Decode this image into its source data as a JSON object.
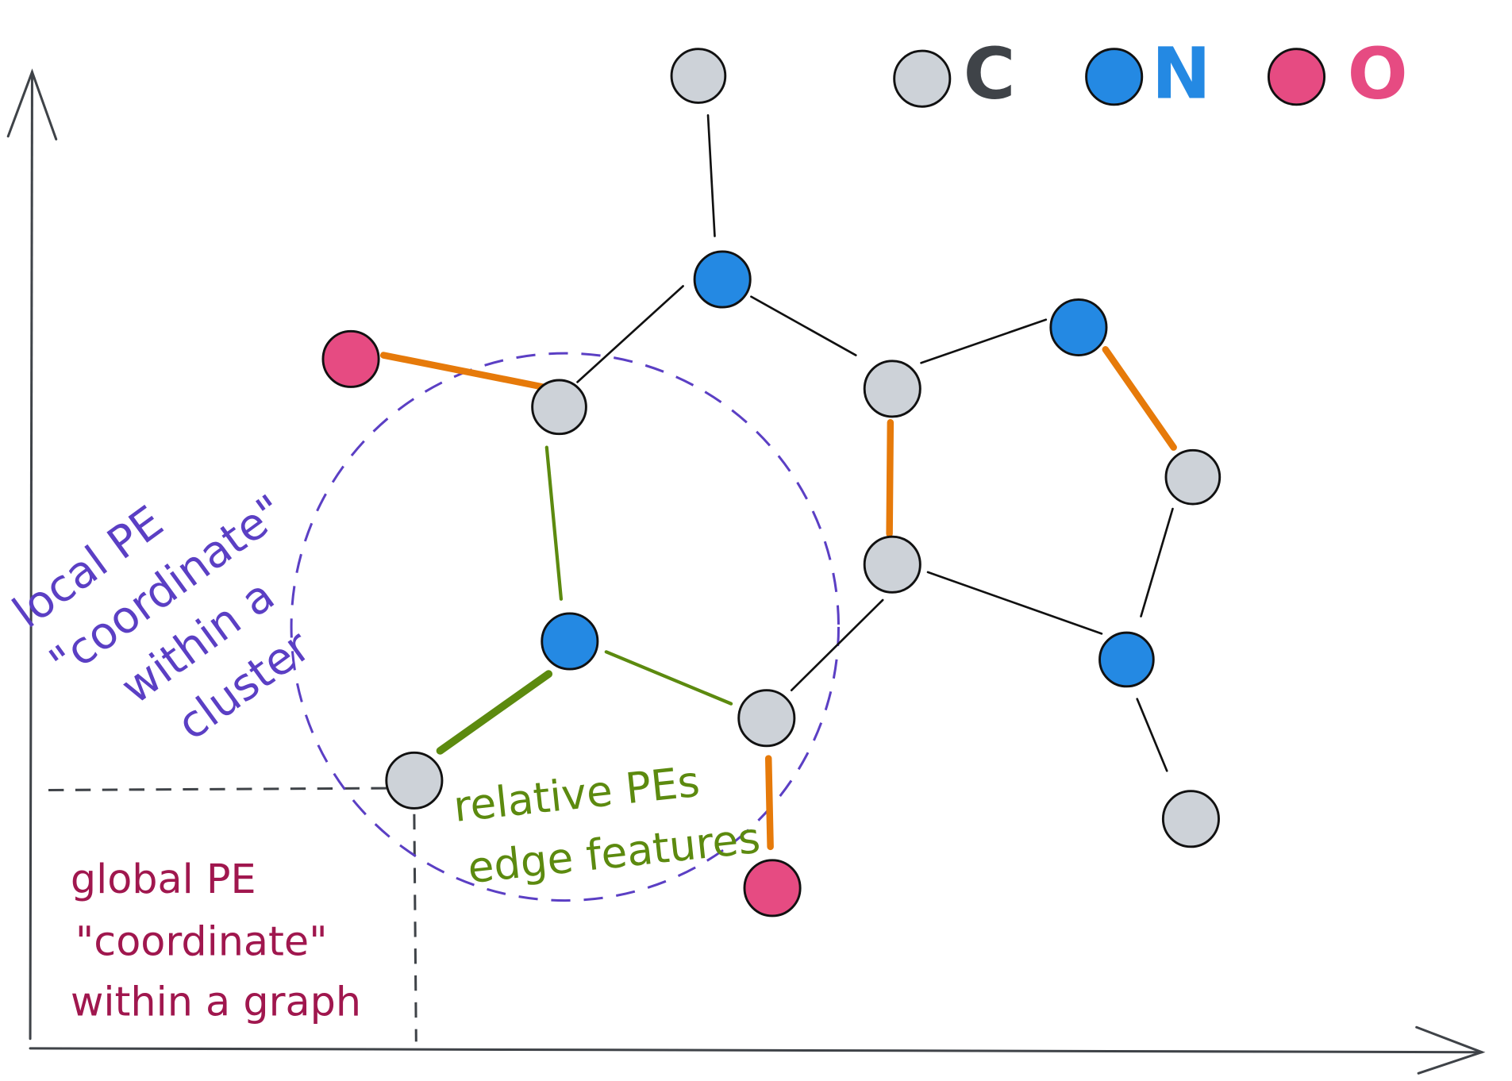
{
  "legend": {
    "carbon": {
      "label": "C",
      "color": "#cdd2d8",
      "text_color": "#3f4348"
    },
    "nitrogen": {
      "label": "N",
      "color": "#2489e3",
      "text_color": "#2489e3"
    },
    "oxygen": {
      "label": "O",
      "color": "#e64b82",
      "text_color": "#e64b82"
    }
  },
  "annotations": {
    "local": {
      "lines": [
        "local PE",
        "\"coordinate\"",
        "within a",
        "cluster"
      ],
      "color": "#5b3fc4"
    },
    "relative": {
      "lines": [
        "relative PEs",
        "edge features"
      ],
      "color": "#5c8a0f"
    },
    "global": {
      "lines": [
        "global PE",
        "\"coordinate\"",
        "within a graph"
      ],
      "color": "#a0174e"
    }
  },
  "colors": {
    "bond_highlight": "#e67a0a",
    "relative_edge": "#5c8a0f",
    "cluster_circle": "#5b3fc4",
    "axis": "#3f4348"
  }
}
